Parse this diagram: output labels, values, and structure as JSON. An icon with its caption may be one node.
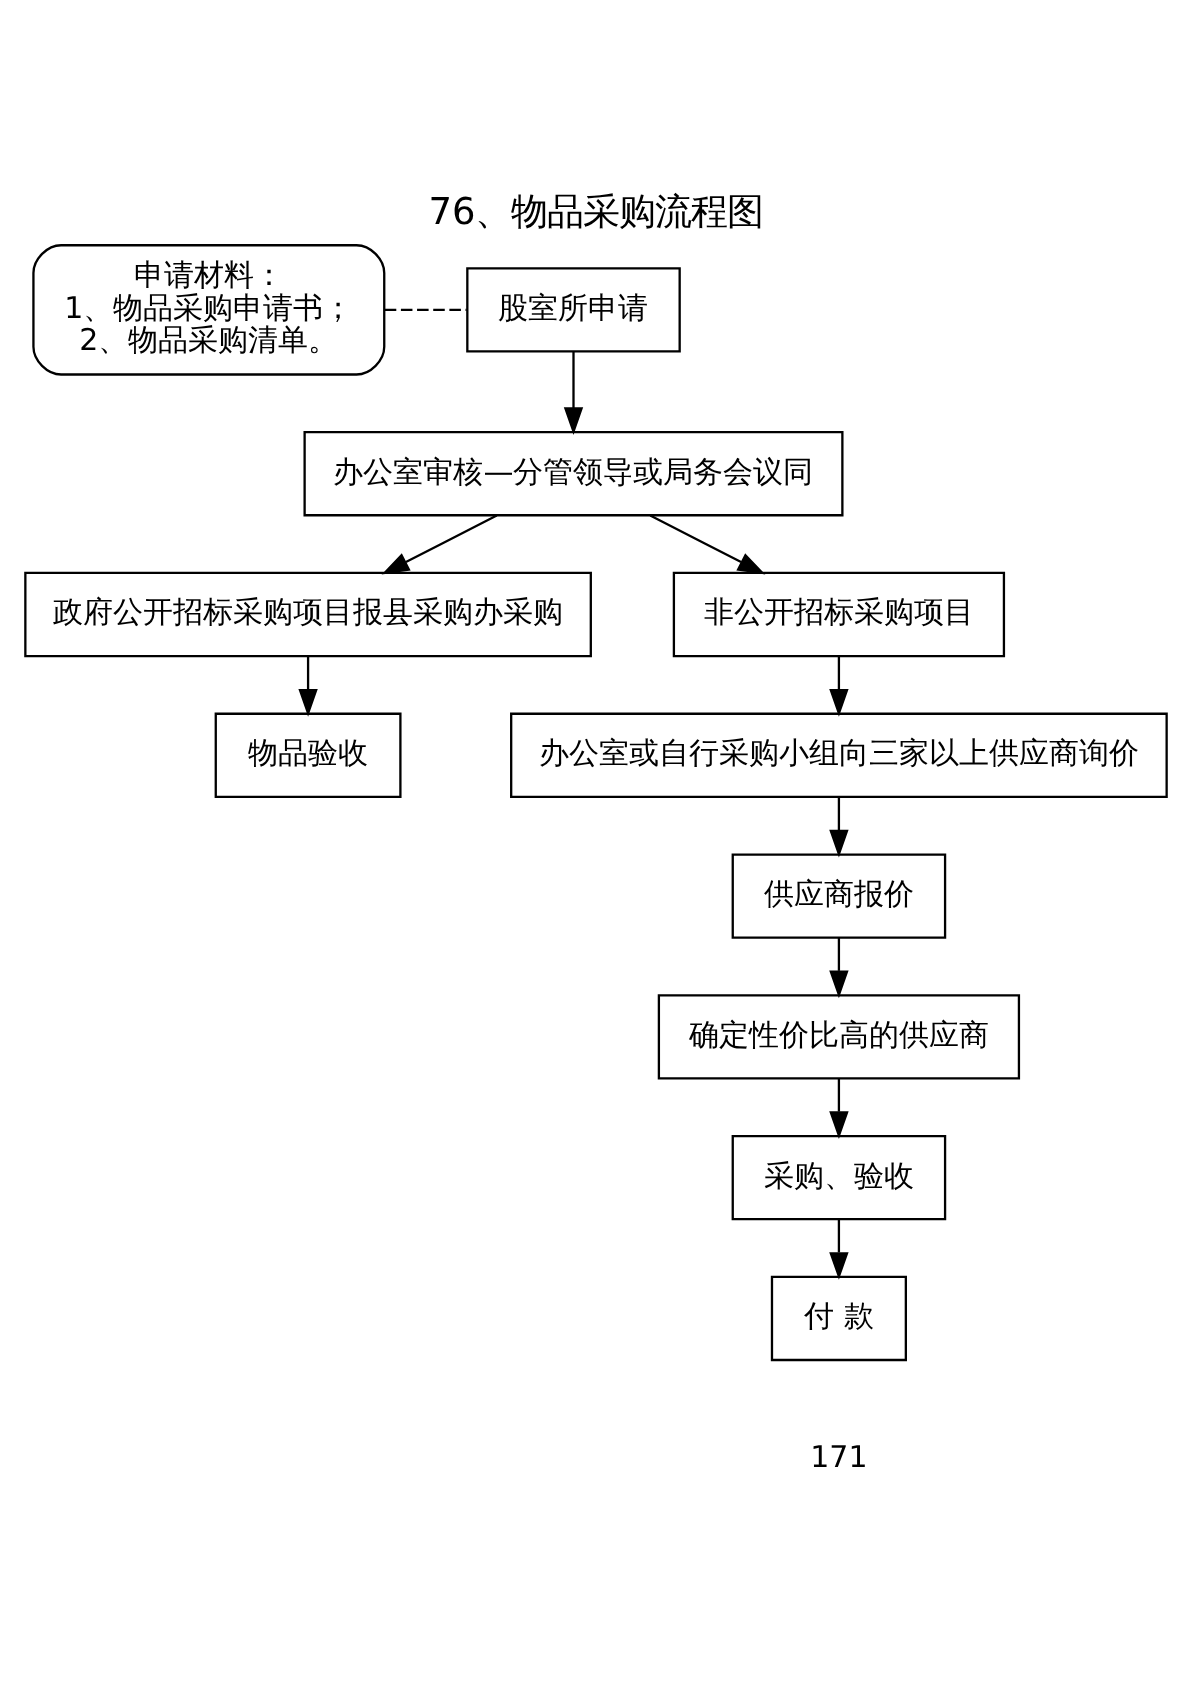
{
  "diagram": {
    "title": "76、物品采购流程图",
    "nodes": [
      {
        "text": [
          "申请材料：",
          "1、物品采购申请书；",
          "2、物品采购清单。"
        ]
      },
      {
        "text": [
          "股室所申请"
        ]
      },
      {
        "text": [
          "办公室审核—分管领导或局务会议同"
        ]
      },
      {
        "text": [
          "政府公开招标采购项目报县采购办采购"
        ]
      },
      {
        "text": [
          "非公开招标采购项目"
        ]
      },
      {
        "text": [
          "物品验收"
        ]
      },
      {
        "text": [
          "办公室或自行采购小组向三家以上供应商询价"
        ]
      },
      {
        "text": [
          "供应商报价"
        ]
      },
      {
        "text": [
          "确定性价比高的供应商"
        ]
      },
      {
        "text": [
          "采购、验收"
        ]
      },
      {
        "text": [
          "付 款"
        ]
      }
    ],
    "edges": [
      {
        "from": 0,
        "to": 1,
        "arrow": "none",
        "style": "dashed"
      },
      {
        "from": 1,
        "to": 2,
        "arrow": "to"
      },
      {
        "from": 2,
        "to": 3,
        "arrow": "to"
      },
      {
        "from": 2,
        "to": 4,
        "arrow": "to"
      },
      {
        "from": 3,
        "to": 5,
        "arrow": "to"
      },
      {
        "from": 4,
        "to": 6,
        "arrow": "to"
      },
      {
        "from": 6,
        "to": 7,
        "arrow": "to"
      },
      {
        "from": 7,
        "to": 8,
        "arrow": "to"
      },
      {
        "from": 8,
        "to": 9,
        "arrow": "to"
      },
      {
        "from": 9,
        "to": 10,
        "arrow": "to"
      }
    ],
    "labels": [
      "171"
    ]
  }
}
